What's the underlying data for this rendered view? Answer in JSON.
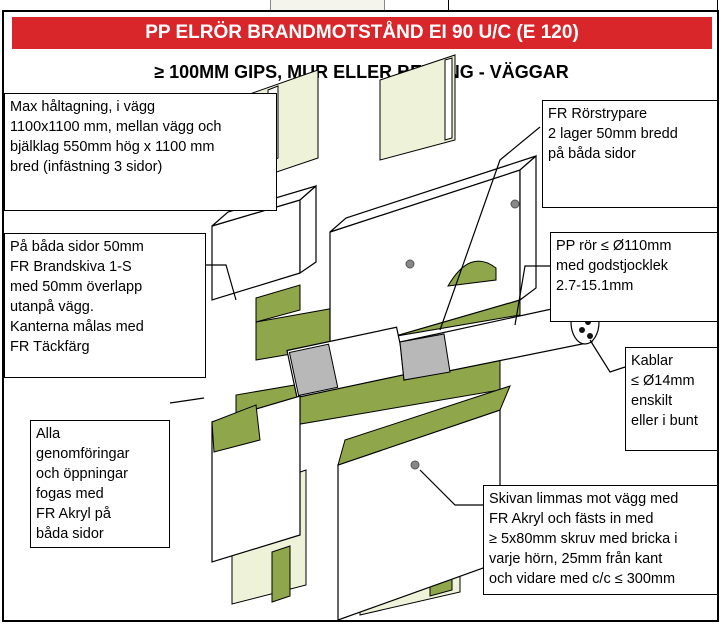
{
  "title": "PP ELRÖR BRANDMOTSTÅND EI 90 U/C (E 120)",
  "subtitle": "≥ 100MM GIPS, MUR ELLER BETONG - VÄGGAR",
  "colors": {
    "banner": "#d9262b",
    "insulation": "#8fa64a",
    "board": "#ffffff",
    "stripe": "#eef2d8",
    "outline": "#000000"
  },
  "notes": {
    "max_opening": "Max håltagning, i vägg\n1100x1100 mm, mellan vägg och\nbjälklag 550mm hög x 1100 mm\nbred (infästning 3 sidor)",
    "board": "På båda sidor 50mm\nFR Brandskiva 1-S\nmed 50mm överlapp\nutanpå vägg.\nKanterna målas med\nFR Täckfärg",
    "sealant": "Alla\ngenomföringar\noch öppningar\nfogas med\nFR Akryl på\nbåda sidor",
    "wrap": "FR Rörstrypare\n2 lager 50mm bredd\n på båda sidor",
    "pipe": "PP rör ≤ Ø110mm\nmed godstjocklek\n2.7-15.1mm",
    "cables": "Kablar\n≤ Ø14mm\nenskilt\neller i bunt",
    "glue": "Skivan limmas mot vägg med\nFR Akryl och fästs in med\n≥ 5x80mm skruv med bricka i\nvarje hörn, 25mm från kant\noch vidare med c/c ≤ 300mm"
  }
}
